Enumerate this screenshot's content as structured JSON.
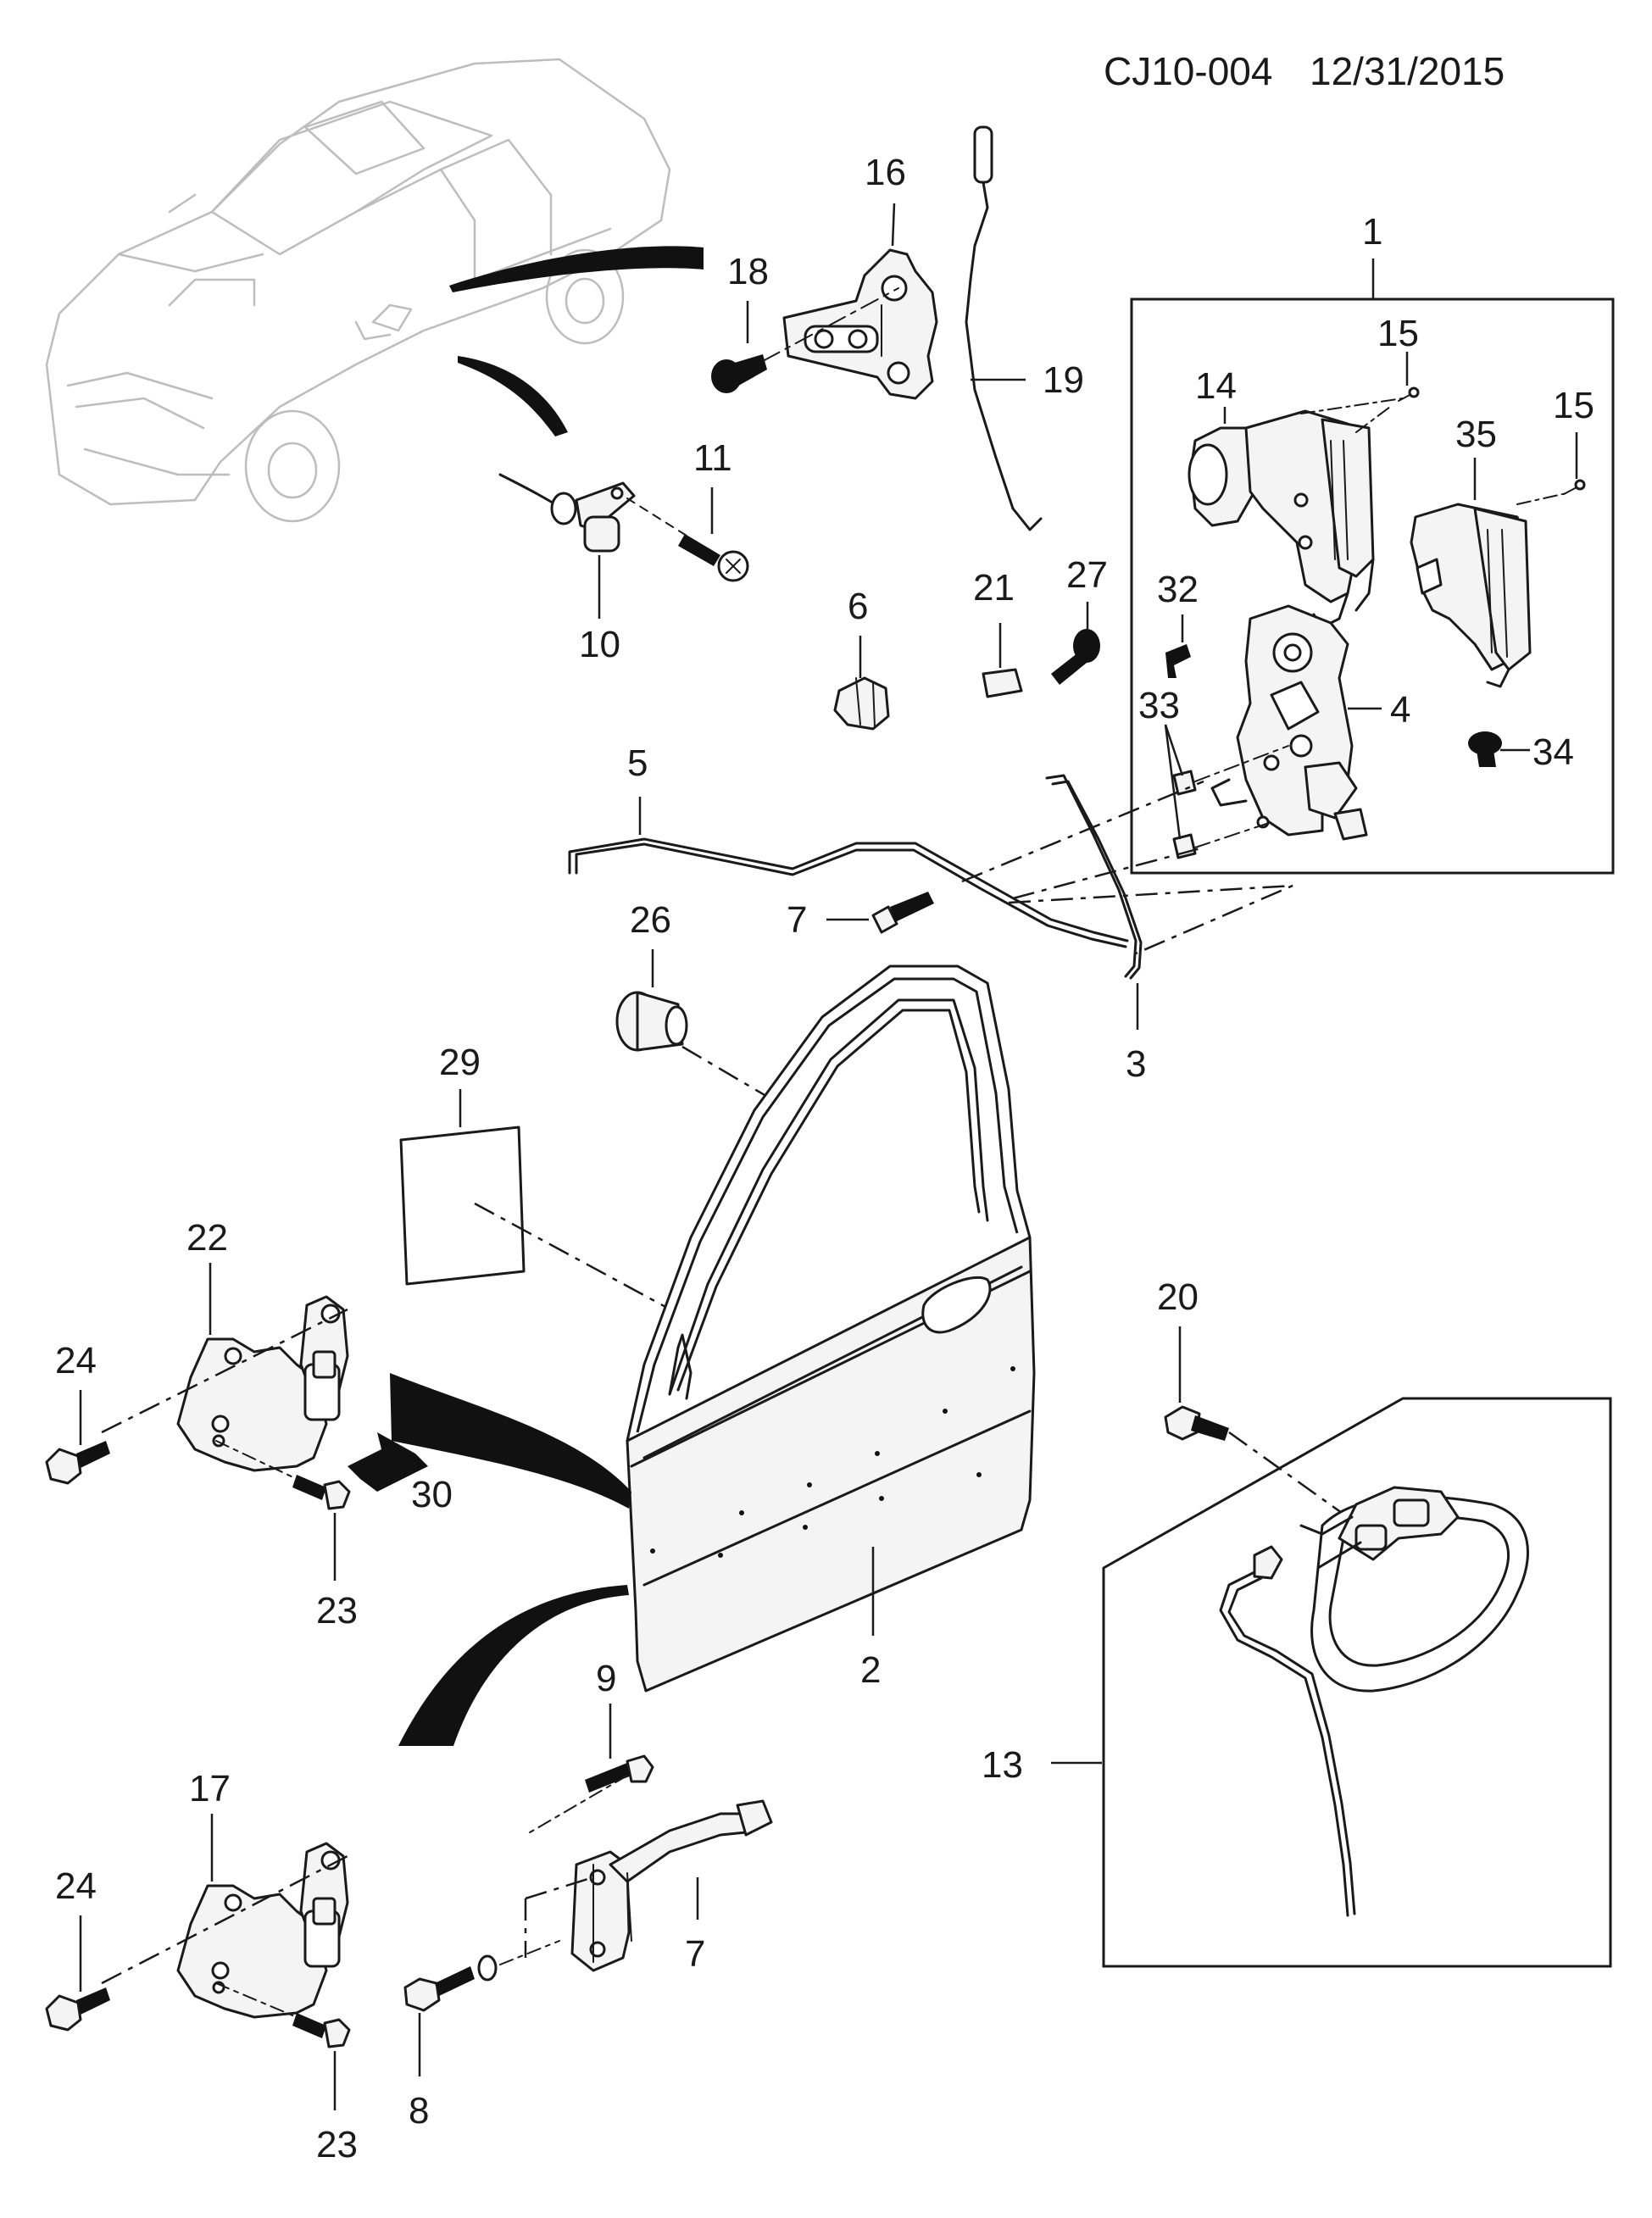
{
  "header": {
    "code": "CJ10-004",
    "date": "12/31/2015"
  },
  "callouts": {
    "c1": "1",
    "c2": "2",
    "c3": "3",
    "c4": "4",
    "c5": "5",
    "c6": "6",
    "c7a": "7",
    "c7b": "7",
    "c8": "8",
    "c9": "9",
    "c10": "10",
    "c11": "11",
    "c13": "13",
    "c14": "14",
    "c15a": "15",
    "c15b": "15",
    "c16": "16",
    "c17": "17",
    "c18": "18",
    "c19": "19",
    "c20": "20",
    "c21": "21",
    "c22": "22",
    "c23a": "23",
    "c23b": "23",
    "c24a": "24",
    "c24b": "24",
    "c26": "26",
    "c27": "27",
    "c29": "29",
    "c30": "30",
    "c32": "32",
    "c33": "33",
    "c34": "34",
    "c35": "35"
  }
}
